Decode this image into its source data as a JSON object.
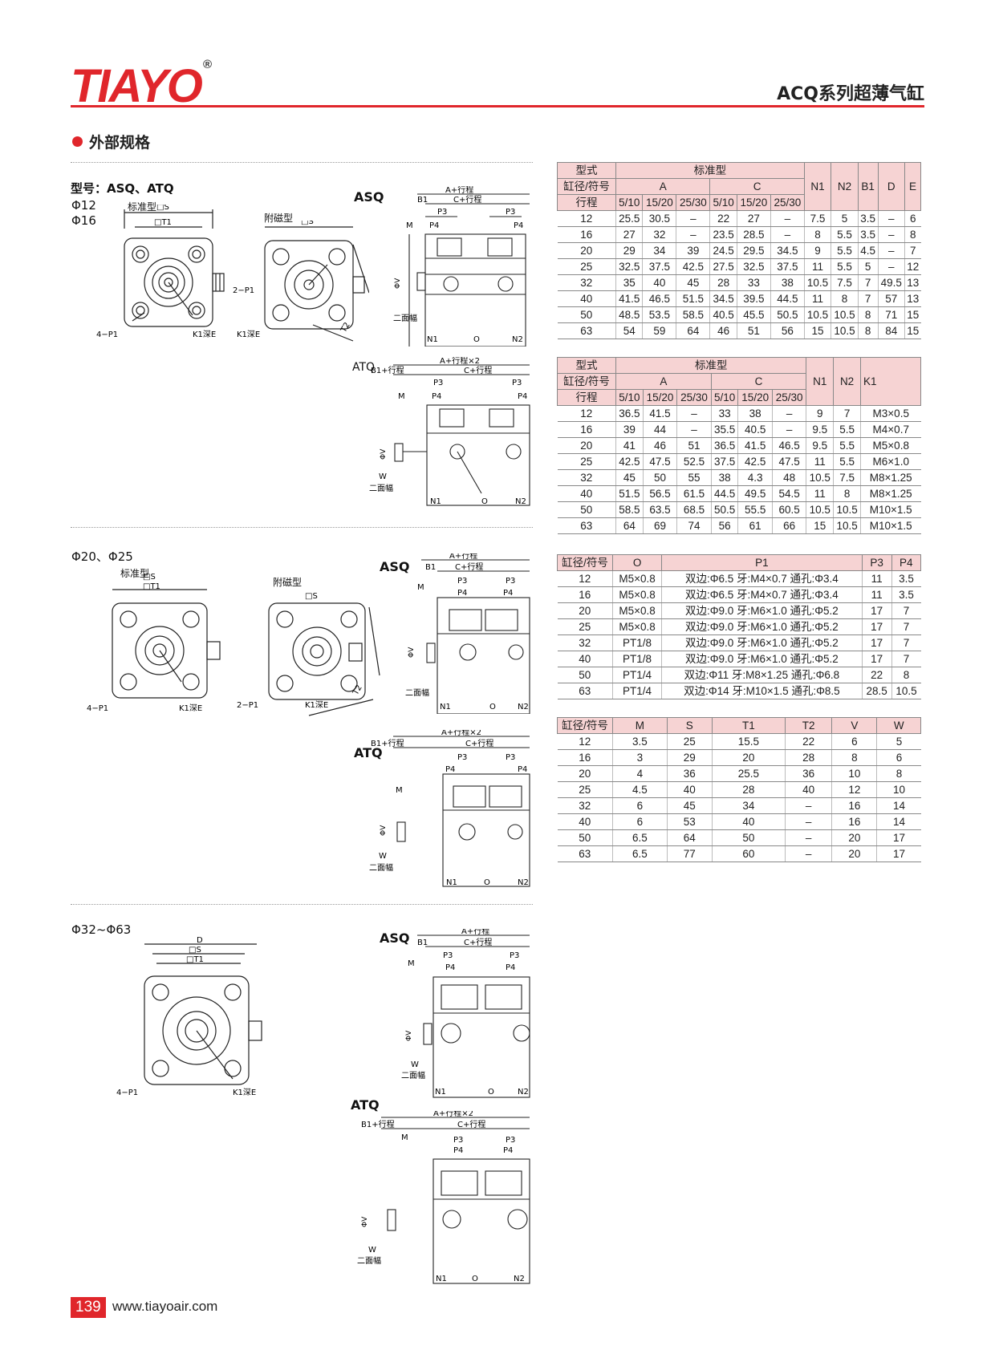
{
  "header": {
    "logo": "TIAYO",
    "reg": "®",
    "series": "ACQ系列超薄气缸"
  },
  "section": {
    "title": "外部规格"
  },
  "labels": {
    "model": "型号：ASQ、ATQ",
    "d12": "Φ12",
    "d16": "Φ16",
    "standard": "标准型",
    "magnetic": "附磁型",
    "asq": "ASQ",
    "atq": "ATQ",
    "d20_25": "Φ20、Φ25",
    "d32_63": "Φ32~Φ63",
    "p1_4": "4−P1",
    "p1_2": "2−P1",
    "k1": "K1深E",
    "s": "□S",
    "t1": "□T1",
    "t2": "T2",
    "d": "D",
    "a_stroke": "A+行程",
    "c_stroke": "C+行程",
    "a_stroke2": "A+行程×2",
    "b1_stroke": "B1+行程",
    "b1": "B1",
    "m": "M",
    "p3": "P3",
    "p4": "P4",
    "v": "ΦV",
    "w": "W",
    "two_face": "二面幅",
    "n1": "N1",
    "n2": "N2",
    "o": "O"
  },
  "table1": {
    "h_type": "型式",
    "h_std": "标准型",
    "h_bore": "缸径/符号",
    "h_a": "A",
    "h_c": "C",
    "h_n1": "N1",
    "h_n2": "N2",
    "h_b1": "B1",
    "h_d": "D",
    "h_e": "E",
    "h_stroke": "行程",
    "strokes": [
      "5/10",
      "15/20",
      "25/30",
      "5/10",
      "15/20",
      "25/30"
    ],
    "rows": [
      [
        "12",
        "25.5",
        "30.5",
        "–",
        "22",
        "27",
        "–",
        "7.5",
        "5",
        "3.5",
        "–",
        "6"
      ],
      [
        "16",
        "27",
        "32",
        "–",
        "23.5",
        "28.5",
        "–",
        "8",
        "5.5",
        "3.5",
        "–",
        "8"
      ],
      [
        "20",
        "29",
        "34",
        "39",
        "24.5",
        "29.5",
        "34.5",
        "9",
        "5.5",
        "4.5",
        "–",
        "7"
      ],
      [
        "25",
        "32.5",
        "37.5",
        "42.5",
        "27.5",
        "32.5",
        "37.5",
        "11",
        "5.5",
        "5",
        "–",
        "12"
      ],
      [
        "32",
        "35",
        "40",
        "45",
        "28",
        "33",
        "38",
        "10.5",
        "7.5",
        "7",
        "49.5",
        "13"
      ],
      [
        "40",
        "41.5",
        "46.5",
        "51.5",
        "34.5",
        "39.5",
        "44.5",
        "11",
        "8",
        "7",
        "57",
        "13"
      ],
      [
        "50",
        "48.5",
        "53.5",
        "58.5",
        "40.5",
        "45.5",
        "50.5",
        "10.5",
        "10.5",
        "8",
        "71",
        "15"
      ],
      [
        "63",
        "54",
        "59",
        "64",
        "46",
        "51",
        "56",
        "15",
        "10.5",
        "8",
        "84",
        "15"
      ]
    ]
  },
  "table2": {
    "h_type": "型式",
    "h_std": "标准型",
    "h_bore": "缸径/符号",
    "h_a": "A",
    "h_c": "C",
    "h_n1": "N1",
    "h_n2": "N2",
    "h_k1": "K1",
    "h_stroke": "行程",
    "strokes": [
      "5/10",
      "15/20",
      "25/30",
      "5/10",
      "15/20",
      "25/30"
    ],
    "rows": [
      [
        "12",
        "36.5",
        "41.5",
        "–",
        "33",
        "38",
        "–",
        "9",
        "7",
        "M3×0.5"
      ],
      [
        "16",
        "39",
        "44",
        "–",
        "35.5",
        "40.5",
        "–",
        "9.5",
        "5.5",
        "M4×0.7"
      ],
      [
        "20",
        "41",
        "46",
        "51",
        "36.5",
        "41.5",
        "46.5",
        "9.5",
        "5.5",
        "M5×0.8"
      ],
      [
        "25",
        "42.5",
        "47.5",
        "52.5",
        "37.5",
        "42.5",
        "47.5",
        "11",
        "5.5",
        "M6×1.0"
      ],
      [
        "32",
        "45",
        "50",
        "55",
        "38",
        "4.3",
        "48",
        "10.5",
        "7.5",
        "M8×1.25"
      ],
      [
        "40",
        "51.5",
        "56.5",
        "61.5",
        "44.5",
        "49.5",
        "54.5",
        "11",
        "8",
        "M8×1.25"
      ],
      [
        "50",
        "58.5",
        "63.5",
        "68.5",
        "50.5",
        "55.5",
        "60.5",
        "10.5",
        "10.5",
        "M10×1.5"
      ],
      [
        "63",
        "64",
        "69",
        "74",
        "56",
        "61",
        "66",
        "15",
        "10.5",
        "M10×1.5"
      ]
    ]
  },
  "table3": {
    "headers": [
      "缸径/符号",
      "O",
      "P1",
      "P3",
      "P4"
    ],
    "rows": [
      [
        "12",
        "M5×0.8",
        "双边:Φ6.5 牙:M4×0.7 通孔:Φ3.4",
        "11",
        "3.5"
      ],
      [
        "16",
        "M5×0.8",
        "双边:Φ6.5 牙:M4×0.7 通孔:Φ3.4",
        "11",
        "3.5"
      ],
      [
        "20",
        "M5×0.8",
        "双边:Φ9.0 牙:M6×1.0 通孔:Φ5.2",
        "17",
        "7"
      ],
      [
        "25",
        "M5×0.8",
        "双边:Φ9.0 牙:M6×1.0 通孔:Φ5.2",
        "17",
        "7"
      ],
      [
        "32",
        "PT1/8",
        "双边:Φ9.0 牙:M6×1.0 通孔:Φ5.2",
        "17",
        "7"
      ],
      [
        "40",
        "PT1/8",
        "双边:Φ9.0 牙:M6×1.0 通孔:Φ5.2",
        "17",
        "7"
      ],
      [
        "50",
        "PT1/4",
        "双边:Φ11 牙:M8×1.25 通孔:Φ6.8",
        "22",
        "8"
      ],
      [
        "63",
        "PT1/4",
        "双边:Φ14 牙:M10×1.5 通孔:Φ8.5",
        "28.5",
        "10.5"
      ]
    ]
  },
  "table4": {
    "headers": [
      "缸径/符号",
      "M",
      "S",
      "T1",
      "T2",
      "V",
      "W"
    ],
    "rows": [
      [
        "12",
        "3.5",
        "25",
        "15.5",
        "22",
        "6",
        "5"
      ],
      [
        "16",
        "3",
        "29",
        "20",
        "28",
        "8",
        "6"
      ],
      [
        "20",
        "4",
        "36",
        "25.5",
        "36",
        "10",
        "8"
      ],
      [
        "25",
        "4.5",
        "40",
        "28",
        "40",
        "12",
        "10"
      ],
      [
        "32",
        "6",
        "45",
        "34",
        "–",
        "16",
        "14"
      ],
      [
        "40",
        "6",
        "53",
        "40",
        "–",
        "16",
        "14"
      ],
      [
        "50",
        "6.5",
        "64",
        "50",
        "–",
        "20",
        "17"
      ],
      [
        "63",
        "6.5",
        "77",
        "60",
        "–",
        "20",
        "17"
      ]
    ]
  },
  "footer": {
    "page": "139",
    "url": "www.tiayoair.com"
  }
}
